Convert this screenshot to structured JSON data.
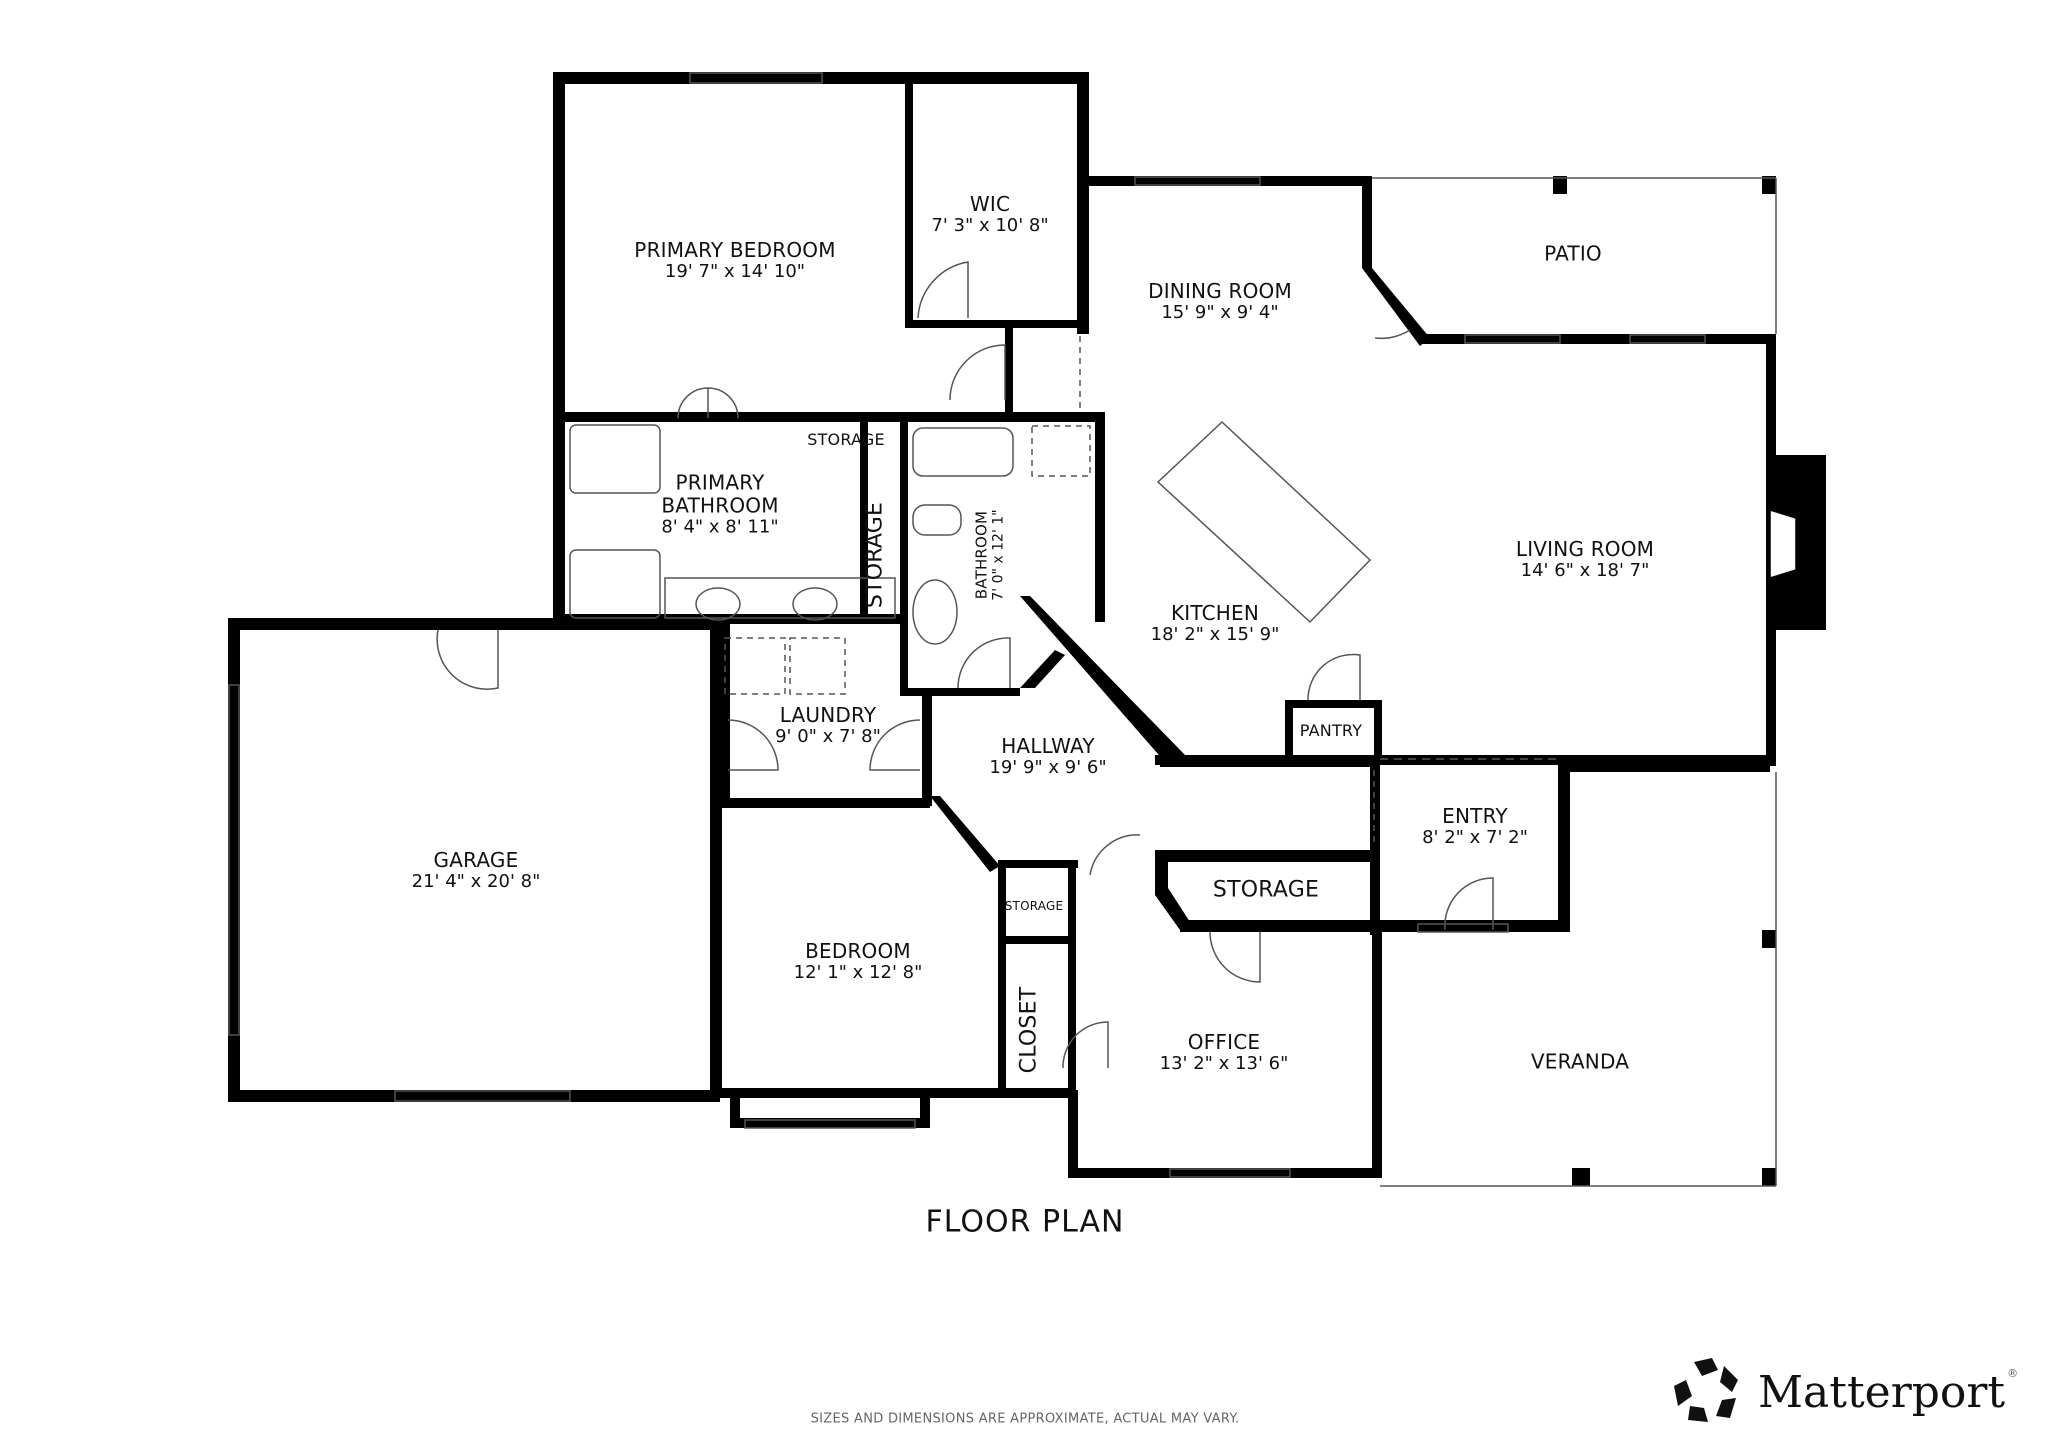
{
  "title": "FLOOR PLAN",
  "disclaimer": "SIZES AND DIMENSIONS ARE APPROXIMATE, ACTUAL MAY VARY.",
  "brand": {
    "name": "Matterport",
    "registered": "®",
    "logo_icon": "matterport-logo-icon"
  },
  "colors": {
    "wall": "#000000",
    "background": "#ffffff",
    "line": "#555555",
    "disclaimer": "#666666"
  },
  "rooms": {
    "primary_bedroom": {
      "name": "PRIMARY BEDROOM",
      "dims": "19' 7\" x 14' 10\""
    },
    "wic": {
      "name": "WIC",
      "dims": "7' 3\" x 10' 8\""
    },
    "dining_room": {
      "name": "DINING ROOM",
      "dims": "15' 9\" x 9' 4\""
    },
    "patio": {
      "name": "PATIO"
    },
    "storage_primary_bath": {
      "name": "STORAGE"
    },
    "primary_bathroom": {
      "name_line1": "PRIMARY",
      "name_line2": "BATHROOM",
      "dims": "8' 4\" x 8' 11\""
    },
    "storage_vertical": {
      "name": "STORAGE"
    },
    "bathroom": {
      "name": "BATHROOM",
      "dims": "7' 0\" x 12' 1\""
    },
    "living_room": {
      "name": "LIVING ROOM",
      "dims": "14' 6\" x 18' 7\""
    },
    "kitchen": {
      "name": "KITCHEN",
      "dims": "18' 2\" x 15' 9\""
    },
    "pantry": {
      "name": "PANTRY"
    },
    "laundry": {
      "name": "LAUNDRY",
      "dims": "9' 0\" x 7' 8\""
    },
    "hallway": {
      "name": "HALLWAY",
      "dims": "19' 9\" x 9' 6\""
    },
    "entry": {
      "name": "ENTRY",
      "dims": "8' 2\" x 7' 2\""
    },
    "garage": {
      "name": "GARAGE",
      "dims": "21' 4\" x 20' 8\""
    },
    "storage_small": {
      "name": "STORAGE"
    },
    "storage_hall": {
      "name": "STORAGE"
    },
    "bedroom": {
      "name": "BEDROOM",
      "dims": "12' 1\" x 12' 8\""
    },
    "closet": {
      "name": "CLOSET"
    },
    "office": {
      "name": "OFFICE",
      "dims": "13' 2\" x 13' 6\""
    },
    "veranda": {
      "name": "VERANDA"
    }
  }
}
